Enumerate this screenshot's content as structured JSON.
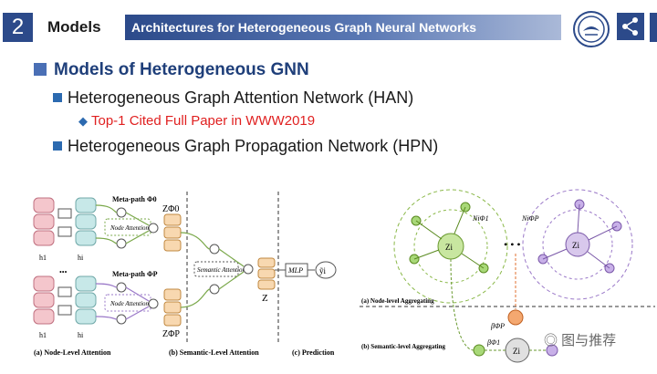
{
  "header": {
    "slide_number": "2",
    "section": "Models",
    "banner_title": "Architectures for Heterogeneous Graph Neural Networks"
  },
  "bullets": {
    "level1": "Models of Heterogeneous GNN",
    "han": "Heterogeneous Graph Attention Network (HAN)",
    "han_note": "Top-1 Cited Full Paper in WWW2019",
    "hpn": "Heterogeneous Graph Propagation Network (HPN)"
  },
  "figure_left": {
    "metapath0": "Meta-path Φ0",
    "metapathP": "Meta-path ΦP",
    "node_attention": "Node Attention",
    "semantic_attention": "Semantic Attention",
    "mlp": "MLP",
    "z": "Z",
    "z0": "ZΦ0",
    "zP": "ZΦP",
    "h1": "h1",
    "hi": "hi",
    "output": "ỹi",
    "caption_a": "(a) Node-Level Attention",
    "caption_b": "(b) Semantic-Level Attention",
    "caption_c": "(c) Prediction",
    "dots": "•••"
  },
  "figure_right": {
    "label_a": "(a) Node-level Aggregating",
    "label_b": "(b) Semantic-level Aggregating",
    "n1": "NiΦ1",
    "np": "NiΦP",
    "zi": "Zi",
    "beta1": "βΦ1",
    "betap": "βΦP"
  },
  "watermark": "图与推荐"
}
